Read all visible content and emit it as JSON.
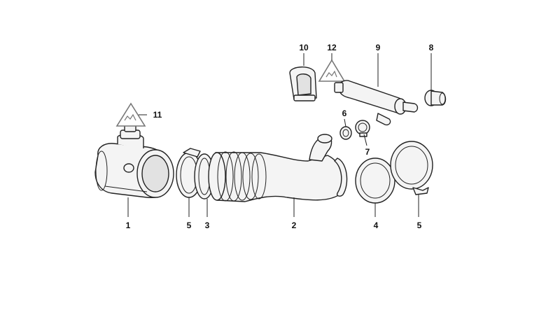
{
  "diagram": {
    "callouts": [
      {
        "id": "c1",
        "label": "1"
      },
      {
        "id": "c5a",
        "label": "5"
      },
      {
        "id": "c3",
        "label": "3"
      },
      {
        "id": "c2",
        "label": "2"
      },
      {
        "id": "c4",
        "label": "4"
      },
      {
        "id": "c5b",
        "label": "5"
      },
      {
        "id": "c6",
        "label": "6"
      },
      {
        "id": "c7",
        "label": "7"
      },
      {
        "id": "c8",
        "label": "8"
      },
      {
        "id": "c9",
        "label": "9"
      },
      {
        "id": "c10",
        "label": "10"
      },
      {
        "id": "c11",
        "label": "11"
      },
      {
        "id": "c12",
        "label": "12"
      }
    ],
    "colors": {
      "line": "#222222",
      "fill": "#f4f4f4",
      "warning": "#777777"
    }
  }
}
